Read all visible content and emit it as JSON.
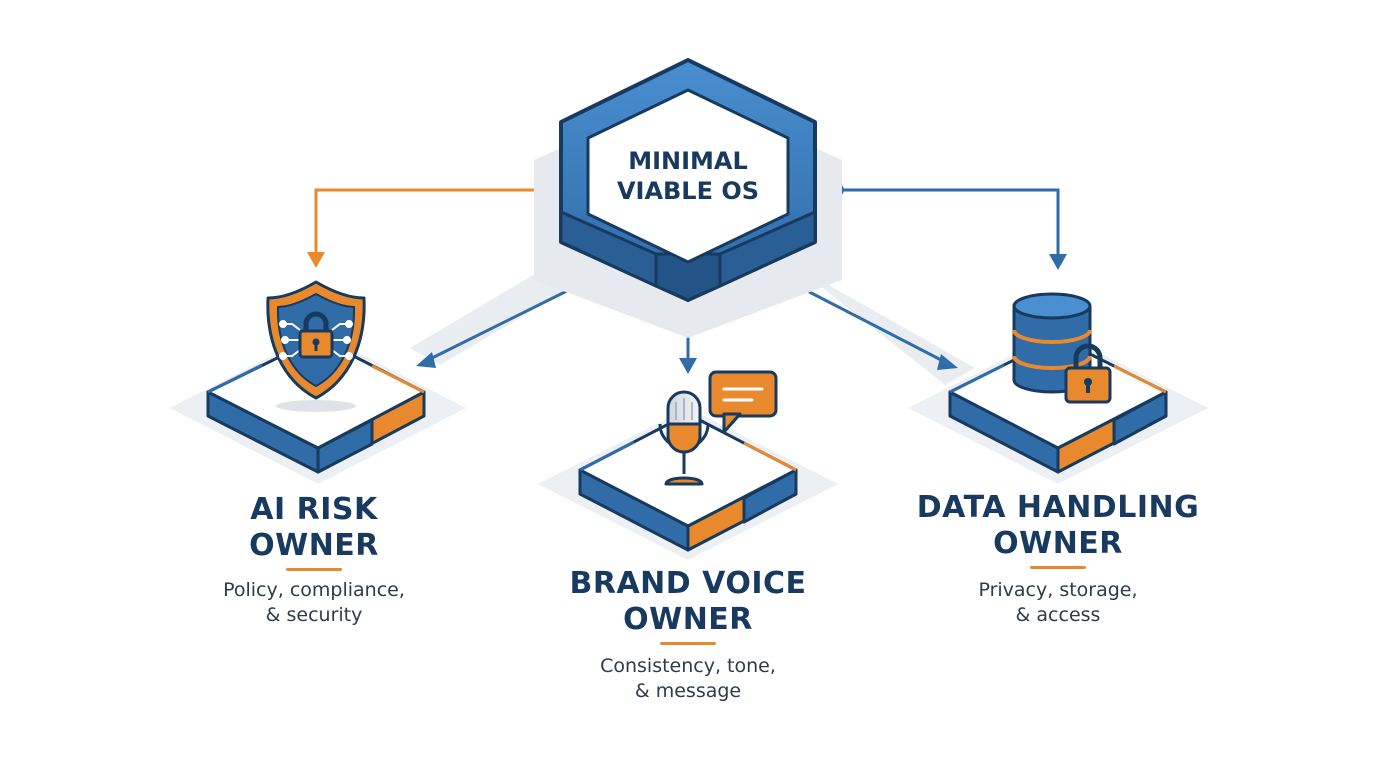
{
  "hub": {
    "line1": "MINIMAL",
    "line2": "VIABLE OS"
  },
  "owners": [
    {
      "title1": "AI RISK",
      "title2": "OWNER",
      "desc1": "Policy, compliance,",
      "desc2": "& security",
      "icon": "shield-lock-icon"
    },
    {
      "title1": "BRAND VOICE",
      "title2": "OWNER",
      "desc1": "Consistency, tone,",
      "desc2": "& message",
      "icon": "microphone-chat-icon"
    },
    {
      "title1": "DATA HANDLING",
      "title2": "OWNER",
      "desc1": "Privacy, storage,",
      "desc2": "& access",
      "icon": "database-lock-icon"
    }
  ],
  "colors": {
    "navy": "#173a5e",
    "blue": "#2f6ca8",
    "light_blue": "#4a8fd0",
    "orange": "#e8892e",
    "gray": "#e6e9ee"
  }
}
